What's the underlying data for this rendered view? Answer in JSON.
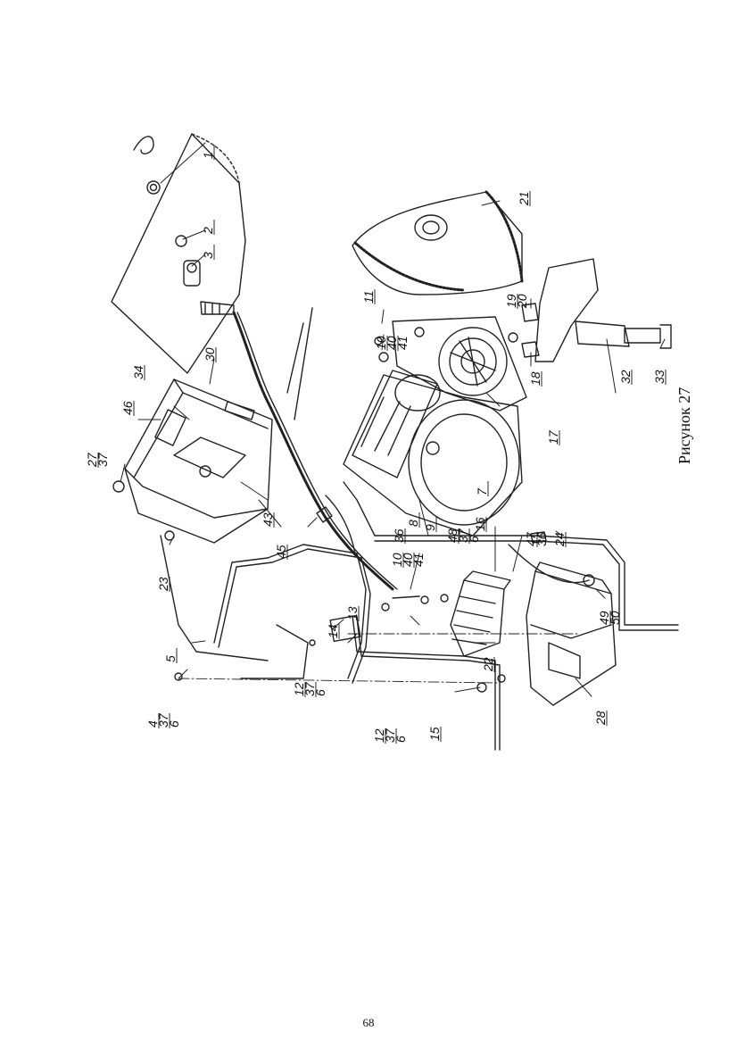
{
  "figure": {
    "caption": "Рисунок 27",
    "page_number": "68"
  },
  "callouts": [
    {
      "id": "1",
      "lines": [
        "1"
      ]
    },
    {
      "id": "2",
      "lines": [
        "2"
      ]
    },
    {
      "id": "3",
      "lines": [
        "3"
      ]
    },
    {
      "id": "4-37-6",
      "lines": [
        "4",
        "37",
        "6"
      ]
    },
    {
      "id": "5",
      "lines": [
        "5"
      ]
    },
    {
      "id": "7",
      "lines": [
        "7"
      ]
    },
    {
      "id": "8",
      "lines": [
        "8"
      ]
    },
    {
      "id": "9",
      "lines": [
        "9"
      ]
    },
    {
      "id": "10-40-41-a",
      "lines": [
        "10",
        "40",
        "41"
      ]
    },
    {
      "id": "10-40-41-b",
      "lines": [
        "10",
        "40",
        "41"
      ]
    },
    {
      "id": "11",
      "lines": [
        "11"
      ]
    },
    {
      "id": "12-37-6-a",
      "lines": [
        "12",
        "37",
        "6"
      ]
    },
    {
      "id": "12-37-6-b",
      "lines": [
        "12",
        "37",
        "6"
      ]
    },
    {
      "id": "13",
      "lines": [
        "13"
      ]
    },
    {
      "id": "14",
      "lines": [
        "14"
      ]
    },
    {
      "id": "15",
      "lines": [
        "15"
      ]
    },
    {
      "id": "16",
      "lines": [
        "16"
      ]
    },
    {
      "id": "17",
      "lines": [
        "17"
      ]
    },
    {
      "id": "18",
      "lines": [
        "18"
      ]
    },
    {
      "id": "19-20",
      "lines": [
        "19",
        "20"
      ]
    },
    {
      "id": "21",
      "lines": [
        "21"
      ]
    },
    {
      "id": "22",
      "lines": [
        "22"
      ]
    },
    {
      "id": "23",
      "lines": [
        "23"
      ]
    },
    {
      "id": "24",
      "lines": [
        "24"
      ]
    },
    {
      "id": "27-37",
      "lines": [
        "27",
        "37"
      ]
    },
    {
      "id": "28",
      "lines": [
        "28"
      ]
    },
    {
      "id": "30",
      "lines": [
        "30"
      ]
    },
    {
      "id": "32",
      "lines": [
        "32"
      ]
    },
    {
      "id": "33",
      "lines": [
        "33"
      ]
    },
    {
      "id": "34",
      "lines": [
        "34"
      ]
    },
    {
      "id": "36",
      "lines": [
        "36"
      ]
    },
    {
      "id": "43",
      "lines": [
        "43"
      ]
    },
    {
      "id": "45",
      "lines": [
        "45"
      ]
    },
    {
      "id": "46",
      "lines": [
        "46"
      ]
    },
    {
      "id": "47-36",
      "lines": [
        "47",
        "36"
      ]
    },
    {
      "id": "48-37-6",
      "lines": [
        "48",
        "37",
        "6"
      ]
    },
    {
      "id": "49-50",
      "lines": [
        "49",
        "50"
      ]
    }
  ]
}
